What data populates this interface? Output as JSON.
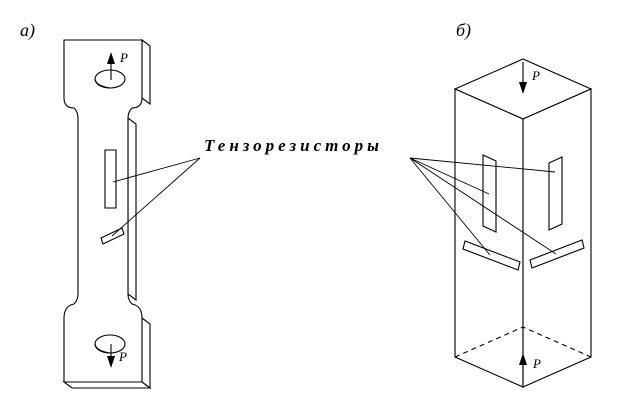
{
  "labels": {
    "part_a": "а)",
    "part_b": "б)",
    "strain_gauges": "Тензорезисторы",
    "force_top_a": "P",
    "force_bottom_a": "P",
    "force_top_b": "P",
    "force_bottom_b": "P"
  }
}
